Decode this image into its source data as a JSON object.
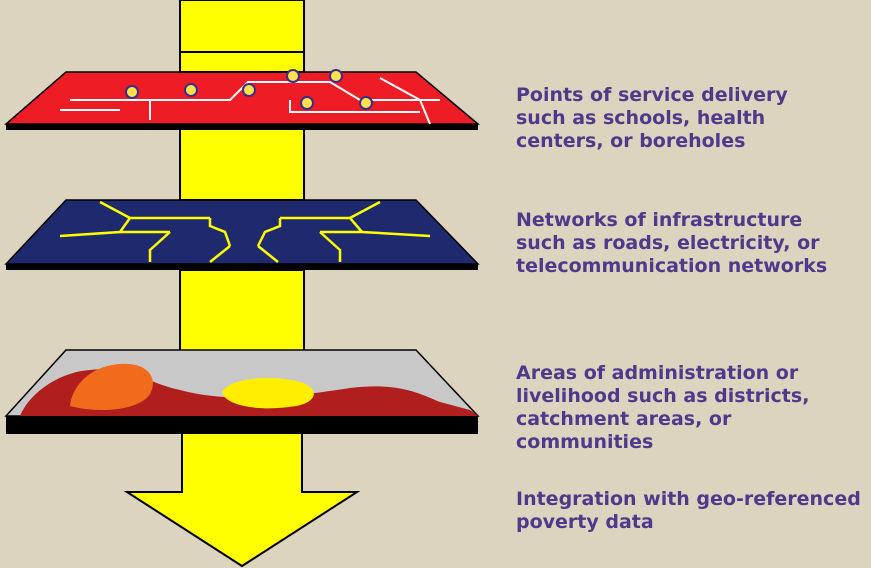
{
  "labels": {
    "service_points": "Points of service delivery\nsuch as schools, health\ncenters, or boreholes",
    "infrastructure": "Networks of infrastructure\nsuch as roads, electricity, or\ntelecommunication networks",
    "admin_areas": "Areas of administration or\nlivelihood such as districts,\ncatchment areas, or communities",
    "integration": "Integration with geo-referenced\npoverty data"
  },
  "colors": {
    "background": "#ddd4c0",
    "label_text": "#4e3a8a",
    "arrow_fill": "#ffff00",
    "service_layer": "#ee1c24",
    "infrastructure_layer": "#1f2a6e",
    "admin_layer_base": "#c8c8c8",
    "admin_region_red": "#b01e1e",
    "admin_region_orange": "#f26b1d",
    "admin_region_yellow": "#ffee00",
    "point_fill": "#ffe14d"
  }
}
